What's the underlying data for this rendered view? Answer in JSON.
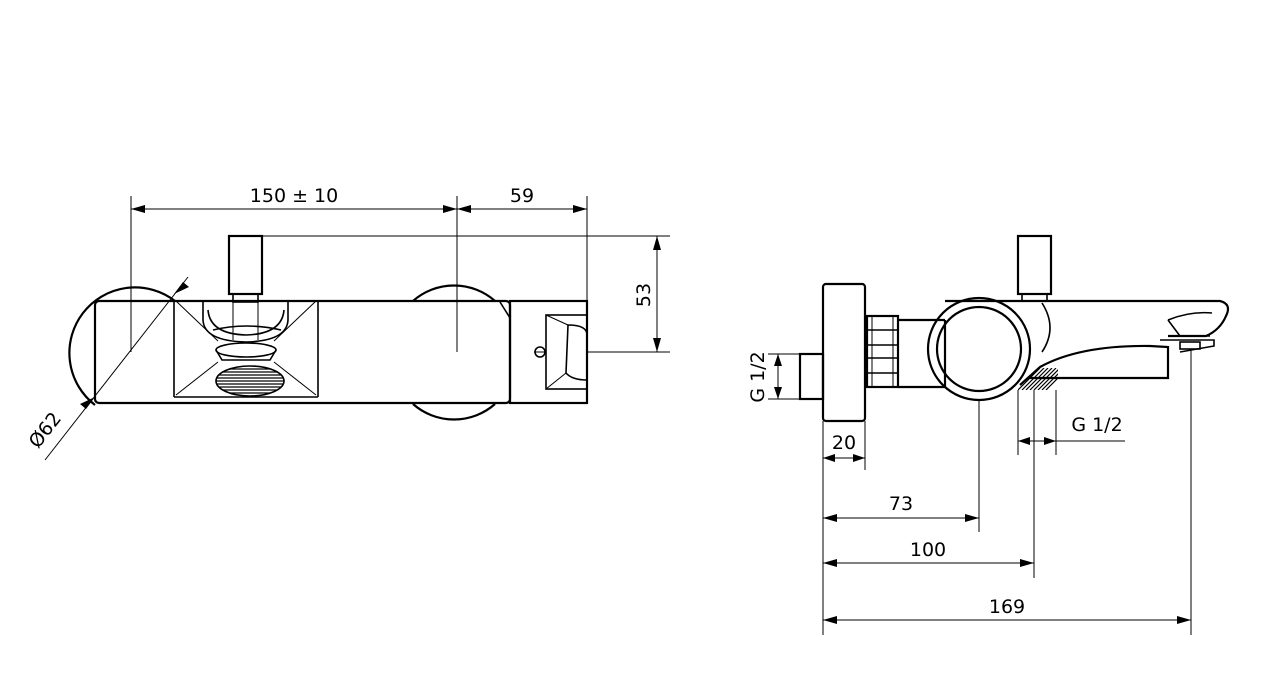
{
  "front_view": {
    "dim_width": "150 ± 10",
    "dim_handle": "59",
    "dim_height": "53",
    "dim_diameter": "Ø62"
  },
  "side_view": {
    "dim_inlet_thread": "G 1/2",
    "dim_outlet_thread": "G 1/2",
    "dim_flange": "20",
    "dim_lever_axis": "73",
    "dim_outlet_axis": "100",
    "dim_total_depth": "169"
  }
}
